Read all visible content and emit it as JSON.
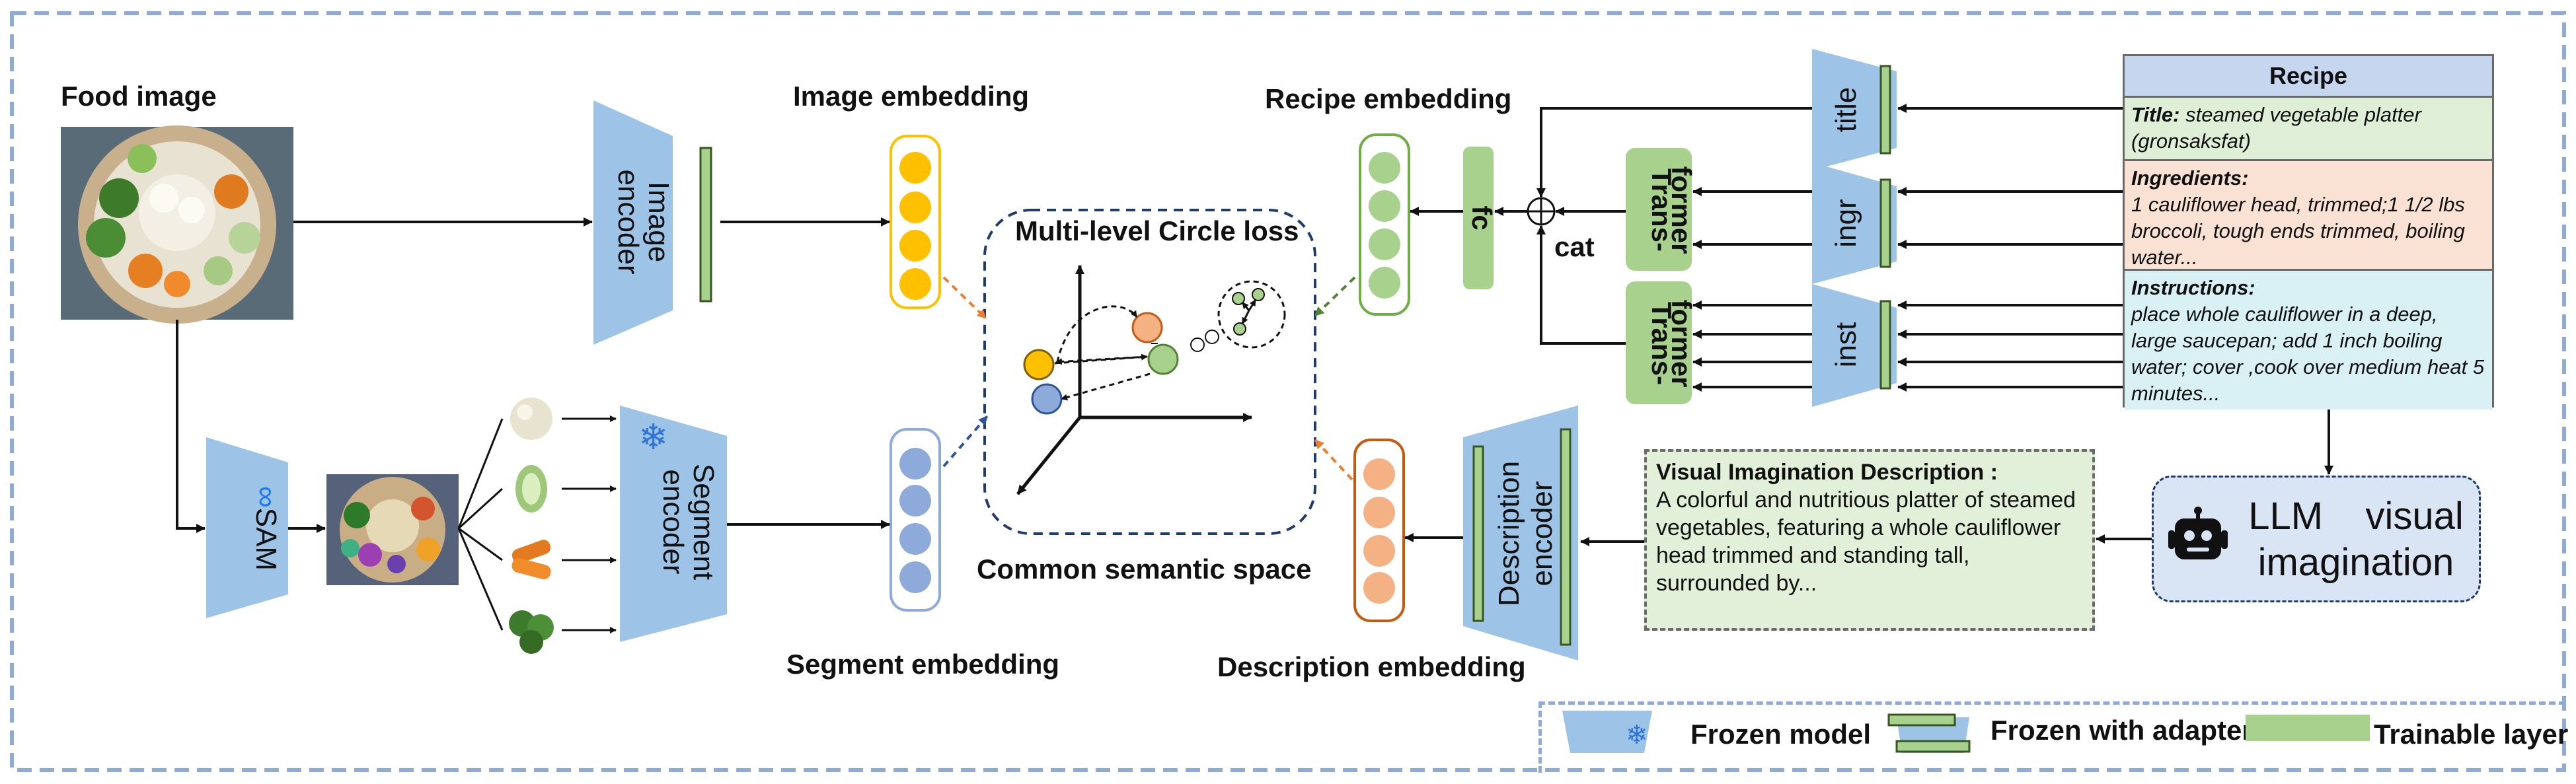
{
  "labels": {
    "food_image": "Food image",
    "image_embedding": "Image  embedding",
    "recipe_embedding": "Recipe  embedding",
    "segment_embedding": "Segment  embedding",
    "description_embedding": "Description  embedding",
    "common_space": "Common semantic space",
    "circle_loss": "Multi-level Circle loss",
    "cat": "cat"
  },
  "modules": {
    "image_encoder": [
      "Image",
      "encoder"
    ],
    "sam": "SAM",
    "segment_encoder": [
      "Segment",
      "encoder"
    ],
    "description_encoder": [
      "Description",
      "encoder"
    ],
    "fc": "fc",
    "transformer_top": [
      "Trans-",
      "former"
    ],
    "transformer_bottom": [
      "Trans-",
      "former"
    ],
    "title": "title",
    "ingr": "ingr",
    "inst": "inst"
  },
  "recipe": {
    "header": "Recipe",
    "title_label": "Title:",
    "title_text": "steamed vegetable platter (gronsaksfat)",
    "ingredients_label": "Ingredients:",
    "ingredients_text": "1 cauliflower head, trimmed;1 1/2 lbs broccoli, tough ends trimmed, boiling water...",
    "instructions_label": "Instructions:",
    "instructions_text": "place whole cauliflower in a deep, large saucepan; add 1 inch boiling water; cover ,cook over medium heat 5 minutes..."
  },
  "visual_description": {
    "title": "Visual Imagination Description :",
    "text": "A colorful and nutritious platter of steamed vegetables, featuring a whole cauliflower head trimmed and standing tall, surrounded by..."
  },
  "llm": {
    "line1": "LLM    visual",
    "line2": "imagination"
  },
  "legend": {
    "frozen_model": "Frozen model",
    "frozen_adapter": "Frozen with adapter",
    "trainable": "Trainable layer"
  },
  "colors": {
    "encoder_blue": "#9dc3e6",
    "trainable_green": "#a9d18e",
    "image_emb": "#ffc000",
    "segment_emb": "#8eaadb",
    "recipe_emb": "#a9d18e",
    "description_emb": "#f4b183",
    "frame": "#8eaadb"
  }
}
